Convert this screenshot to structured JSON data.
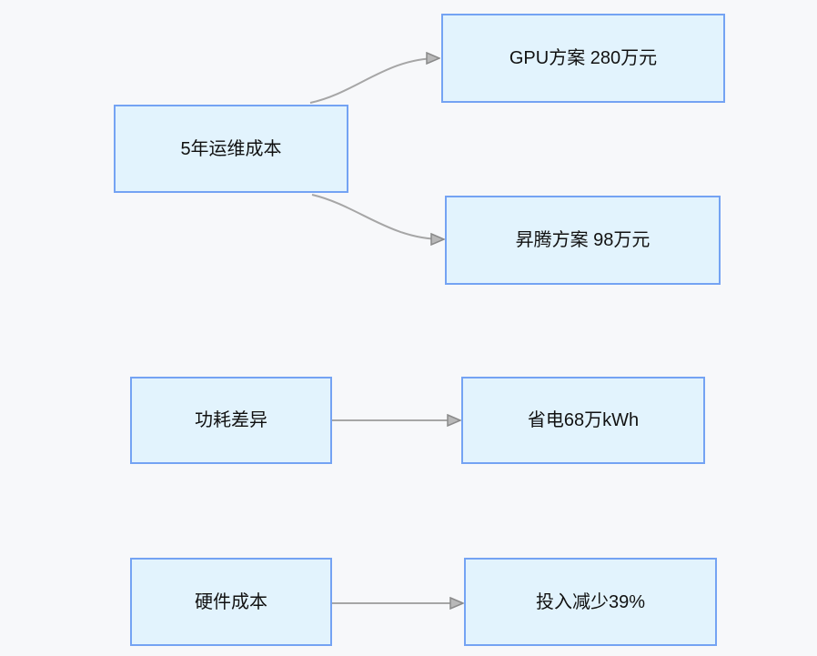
{
  "diagram": {
    "title": "",
    "background_color": "#f7f8fa",
    "node_fill_color": "#e2f3fd",
    "node_border_color": "#74a3f3",
    "edge_color": "#a6a6a6",
    "arrowhead_fill_color": "#b8b8b8",
    "arrowhead_stroke_color": "#8a8a8a",
    "nodes": {
      "cost_root": {
        "label": "5年运维成本"
      },
      "gpu": {
        "label": "GPU方案 280万元"
      },
      "ascend": {
        "label": "昇腾方案 98万元"
      },
      "power": {
        "label": "功耗差异"
      },
      "power_result": {
        "label": "省电68万kWh"
      },
      "hardware": {
        "label": "硬件成本"
      },
      "hardware_result": {
        "label": "投入减少39%"
      }
    },
    "edges": [
      {
        "from": "5年运维成本",
        "to": "GPU方案 280万元",
        "style": "curved-arrow"
      },
      {
        "from": "5年运维成本",
        "to": "昇腾方案 98万元",
        "style": "curved-arrow"
      },
      {
        "from": "功耗差异",
        "to": "省电68万kWh",
        "style": "straight-arrow"
      },
      {
        "from": "硬件成本",
        "to": "投入减少39%",
        "style": "straight-arrow"
      }
    ]
  }
}
